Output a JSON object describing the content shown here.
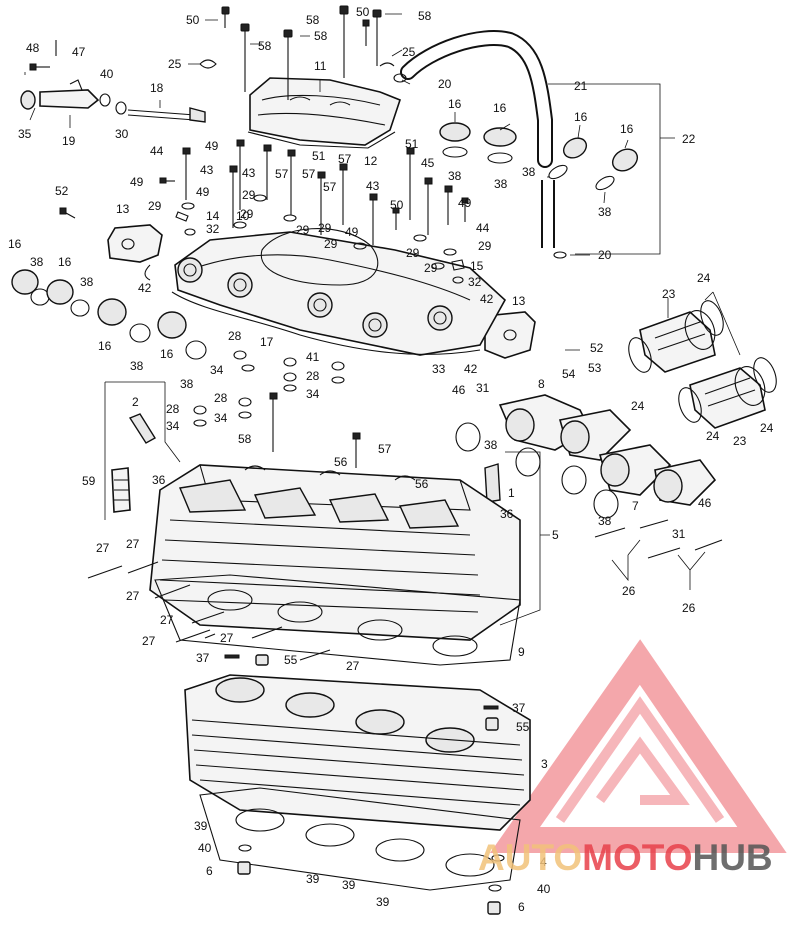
{
  "labels": {
    "n1": "1",
    "n2": "2",
    "n3": "3",
    "n4": "4",
    "n5": "5",
    "n6": "6",
    "n7": "7",
    "n8": "8",
    "n9": "9",
    "n10": "10",
    "n11": "11",
    "n12": "12",
    "n13": "13",
    "n14": "14",
    "n15": "15",
    "n16": "16",
    "n17": "17",
    "n18": "18",
    "n19": "19",
    "n20": "20",
    "n21": "21",
    "n22": "22",
    "n23": "23",
    "n24": "24",
    "n25": "25",
    "n26": "26",
    "n27": "27",
    "n28": "28",
    "n29": "29",
    "n30": "30",
    "n31": "31",
    "n32": "32",
    "n33": "33",
    "n34": "34",
    "n35": "35",
    "n36": "36",
    "n37": "37",
    "n38": "38",
    "n39": "39",
    "n40": "40",
    "n41": "41",
    "n42": "42",
    "n43": "43",
    "n44": "44",
    "n45": "45",
    "n46": "46",
    "n47": "47",
    "n48": "48",
    "n49": "49",
    "n50": "50",
    "n51": "51",
    "n52": "52",
    "n53": "53",
    "n54": "54",
    "n55": "55",
    "n56": "56",
    "n57": "57",
    "n58": "58",
    "n59": "59"
  },
  "watermark": {
    "brand_auto": "AUTO",
    "brand_moto": "MOTO",
    "brand_hub": "HUB",
    "colors": {
      "auto": "#f2c27a",
      "moto": "#e8414b",
      "hub": "#555555",
      "logo": "#e8414b"
    }
  }
}
